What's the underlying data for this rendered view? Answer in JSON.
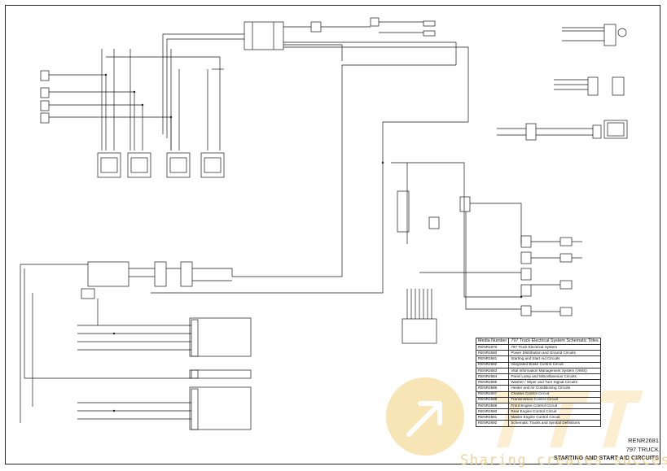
{
  "document": {
    "number": "RENR2681",
    "truck": "797 TRUCK",
    "sheet_title": "STARTING AND START AID CIRCUITS"
  },
  "media_table": {
    "header_number": "Media Number",
    "header_title": "797 Truck Electrical System Schematic Titles",
    "rows": [
      {
        "number": "RENR2670",
        "title": "797 Truck Electrical System"
      },
      {
        "number": "RENR2680",
        "title": "Power Distribution and Ground Circuits"
      },
      {
        "number": "RENR2681",
        "title": "Starting and Start Aid Circuits"
      },
      {
        "number": "RENR2682",
        "title": "Integrated Brake Control Circuit"
      },
      {
        "number": "RENR2683",
        "title": "Vital Information Management System (VIMS)"
      },
      {
        "number": "RENR2684",
        "title": "Panel Lamp and Miscellaneous Circuits"
      },
      {
        "number": "RENR2685",
        "title": "Washer / Wiper and Turn Signal Circuits"
      },
      {
        "number": "RENR2686",
        "title": "Heater and Air Conditioning Circuits"
      },
      {
        "number": "RENR2687",
        "title": "Chassis Control Circuit"
      },
      {
        "number": "RENR2688",
        "title": "Transmission Control Circuit"
      },
      {
        "number": "RENR2689",
        "title": "Front Engine Control Circuit"
      },
      {
        "number": "RENR2690",
        "title": "Rear Engine Control Circuit"
      },
      {
        "number": "RENR2691",
        "title": "Master Engine Control Circuit"
      },
      {
        "number": "RENR2692",
        "title": "Schematic Tracks and Symbol Definitions"
      }
    ]
  },
  "watermark": {
    "text": "Sharing creates success",
    "color": "#e8c882",
    "logo_icon": "arrow-up-right-circle-icon"
  },
  "colors": {
    "wire": "#1a1a1a",
    "text": "#222222",
    "watermark_accent": "#f3cf7a"
  }
}
